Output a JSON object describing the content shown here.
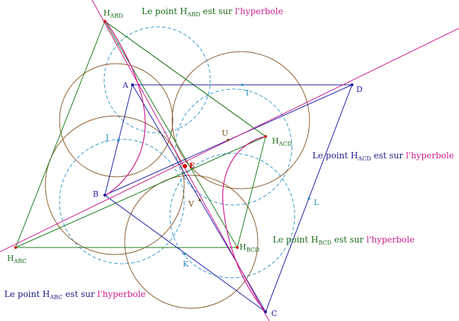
{
  "points": {
    "A": "A",
    "B": "B",
    "C": "C",
    "D": "D",
    "E": "E",
    "I": "I",
    "J": "J",
    "K": "K",
    "L": "L",
    "U": "U",
    "V": "V",
    "H_main": "H"
  },
  "subscripts": {
    "ABD": "ABD",
    "ACD": "ACD",
    "BCD": "BCD",
    "ABC": "ABC"
  },
  "captions": {
    "prefix": "Le point ",
    "middle": " est sur ",
    "suffix": "l'hyperbole"
  },
  "colors": {
    "quadrilateral": "#1a1aa6",
    "triangle": "#1a7a1a",
    "hyperbola": "#cc1a8c",
    "dashed_circle": "#3399cc",
    "brown_circle": "#8b5a2b",
    "point_E": "#cc0000"
  }
}
